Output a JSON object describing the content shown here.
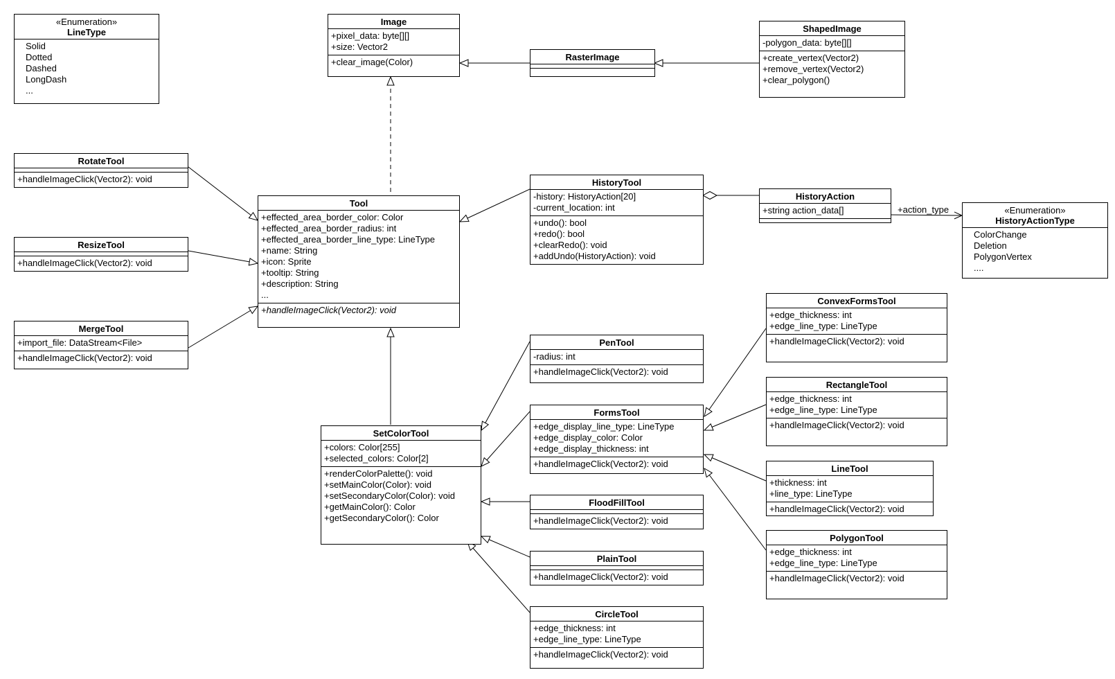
{
  "classes": {
    "linetype": {
      "stereotype": "«Enumeration»",
      "name": "LineType",
      "literals": [
        "Solid",
        "Dotted",
        "Dashed",
        "LongDash",
        "..."
      ]
    },
    "image": {
      "name": "Image",
      "attributes": [
        "+pixel_data: byte[][]",
        "+size: Vector2"
      ],
      "operations": [
        "+clear_image(Color)"
      ]
    },
    "rasterimage": {
      "name": "RasterImage",
      "attributes": [],
      "operations": []
    },
    "shapedimage": {
      "name": "ShapedImage",
      "attributes": [
        "-polygon_data: byte[][]"
      ],
      "operations": [
        "+create_vertex(Vector2)",
        "+remove_vertex(Vector2)",
        "+clear_polygon()"
      ]
    },
    "rotatetool": {
      "name": "RotateTool",
      "attributes": [],
      "operations": [
        "+handleImageClick(Vector2): void"
      ]
    },
    "resizetool": {
      "name": "ResizeTool",
      "attributes": [],
      "operations": [
        "+handleImageClick(Vector2): void"
      ]
    },
    "mergetool": {
      "name": "MergeTool",
      "attributes": [
        "+import_file: DataStream<File>"
      ],
      "operations": [
        "+handleImageClick(Vector2): void"
      ]
    },
    "tool": {
      "name": "Tool",
      "attributes": [
        "+effected_area_border_color: Color",
        "+effected_area_border_radius: int",
        "+effected_area_border_line_type: LineType",
        "+name: String",
        "+icon: Sprite",
        "+tooltip: String",
        "+description: String",
        "..."
      ],
      "operations": [
        "+handleImageClick(Vector2): void"
      ]
    },
    "historytool": {
      "name": "HistoryTool",
      "attributes": [
        "-history: HistoryAction[20]",
        "-current_location: int"
      ],
      "operations": [
        "+undo(): bool",
        "+redo(): bool",
        "+clearRedo(): void",
        "+addUndo(HistoryAction): void"
      ]
    },
    "historyaction": {
      "name": "HistoryAction",
      "attributes": [
        "+string action_data[]"
      ],
      "operations": []
    },
    "historyactiontype": {
      "stereotype": "«Enumeration»",
      "name": "HistoryActionType",
      "literals": [
        "ColorChange",
        "Deletion",
        "PolygonVertex",
        "...."
      ]
    },
    "convexformstool": {
      "name": "ConvexFormsTool",
      "attributes": [
        "+edge_thickness: int",
        "+edge_line_type: LineType"
      ],
      "operations": [
        "+handleImageClick(Vector2): void"
      ]
    },
    "pentool": {
      "name": "PenTool",
      "attributes": [
        "-radius: int"
      ],
      "operations": [
        "+handleImageClick(Vector2): void"
      ]
    },
    "rectangletool": {
      "name": "RectangleTool",
      "attributes": [
        "+edge_thickness: int",
        "+edge_line_type: LineType"
      ],
      "operations": [
        "+handleImageClick(Vector2): void"
      ]
    },
    "formstool": {
      "name": "FormsTool",
      "attributes": [
        "+edge_display_line_type: LineType",
        "+edge_display_color: Color",
        "+edge_display_thickness: int"
      ],
      "operations": [
        "+handleImageClick(Vector2): void"
      ]
    },
    "setcolortool": {
      "name": "SetColorTool",
      "attributes": [
        "+colors: Color[255]",
        "+selected_colors: Color[2]"
      ],
      "operations": [
        "+renderColorPalette(): void",
        "+setMainColor(Color): void",
        "+setSecondaryColor(Color): void",
        "+getMainColor(): Color",
        "+getSecondaryColor(): Color"
      ]
    },
    "linetool": {
      "name": "LineTool",
      "attributes": [
        "+thickness: int",
        "+line_type: LineType"
      ],
      "operations": [
        "+handleImageClick(Vector2): void"
      ]
    },
    "floodfilltool": {
      "name": "FloodFillTool",
      "attributes": [],
      "operations": [
        "+handleImageClick(Vector2): void"
      ]
    },
    "polygontool": {
      "name": "PolygonTool",
      "attributes": [
        "+edge_thickness: int",
        "+edge_line_type: LineType"
      ],
      "operations": [
        "+handleImageClick(Vector2): void"
      ]
    },
    "plaintool": {
      "name": "PlainTool",
      "attributes": [],
      "operations": [
        "+handleImageClick(Vector2): void"
      ]
    },
    "circletool": {
      "name": "CircleTool",
      "attributes": [
        "+edge_thickness: int",
        "+edge_line_type: LineType"
      ],
      "operations": [
        "+handleImageClick(Vector2): void"
      ]
    }
  },
  "relationships": [
    {
      "from": "rasterimage",
      "to": "image",
      "kind": "generalization"
    },
    {
      "from": "shapedimage",
      "to": "rasterimage",
      "kind": "generalization"
    },
    {
      "from": "tool",
      "to": "image",
      "kind": "realization"
    },
    {
      "from": "rotatetool",
      "to": "tool",
      "kind": "generalization"
    },
    {
      "from": "resizetool",
      "to": "tool",
      "kind": "generalization"
    },
    {
      "from": "mergetool",
      "to": "tool",
      "kind": "generalization"
    },
    {
      "from": "historytool",
      "to": "tool",
      "kind": "generalization"
    },
    {
      "from": "historyaction",
      "to": "historytool",
      "kind": "aggregation"
    },
    {
      "from": "historyaction",
      "to": "historyactiontype",
      "kind": "association",
      "label": "+action_type"
    },
    {
      "from": "setcolortool",
      "to": "tool",
      "kind": "generalization"
    },
    {
      "from": "pentool",
      "to": "setcolortool",
      "kind": "generalization"
    },
    {
      "from": "formstool",
      "to": "setcolortool",
      "kind": "generalization"
    },
    {
      "from": "floodfilltool",
      "to": "setcolortool",
      "kind": "generalization"
    },
    {
      "from": "plaintool",
      "to": "setcolortool",
      "kind": "generalization"
    },
    {
      "from": "circletool",
      "to": "setcolortool",
      "kind": "generalization"
    },
    {
      "from": "convexformstool",
      "to": "formstool",
      "kind": "generalization"
    },
    {
      "from": "rectangletool",
      "to": "formstool",
      "kind": "generalization"
    },
    {
      "from": "linetool",
      "to": "formstool",
      "kind": "generalization"
    },
    {
      "from": "polygontool",
      "to": "formstool",
      "kind": "generalization"
    }
  ]
}
